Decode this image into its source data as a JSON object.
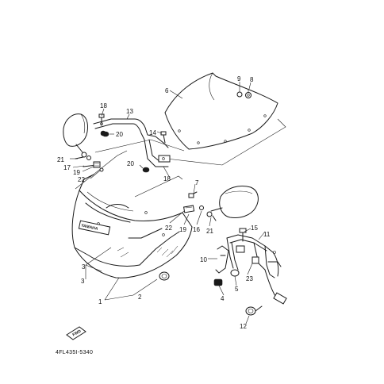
{
  "diagram": {
    "part_code": "4FL435I-5340",
    "fwd_label": "FWD",
    "brand_mark": "YAMAHA",
    "callouts": [
      "1",
      "2",
      "3",
      "4",
      "5",
      "6",
      "7",
      "8",
      "9",
      "10",
      "11",
      "12",
      "13",
      "14",
      "15",
      "16",
      "17",
      "18",
      "19",
      "20",
      "21",
      "22",
      "23"
    ],
    "callouts_repeat": {
      "c18b": "18",
      "c19b": "19",
      "c20b": "20",
      "c21b": "21",
      "c22b": "22",
      "c3b": "3"
    }
  }
}
